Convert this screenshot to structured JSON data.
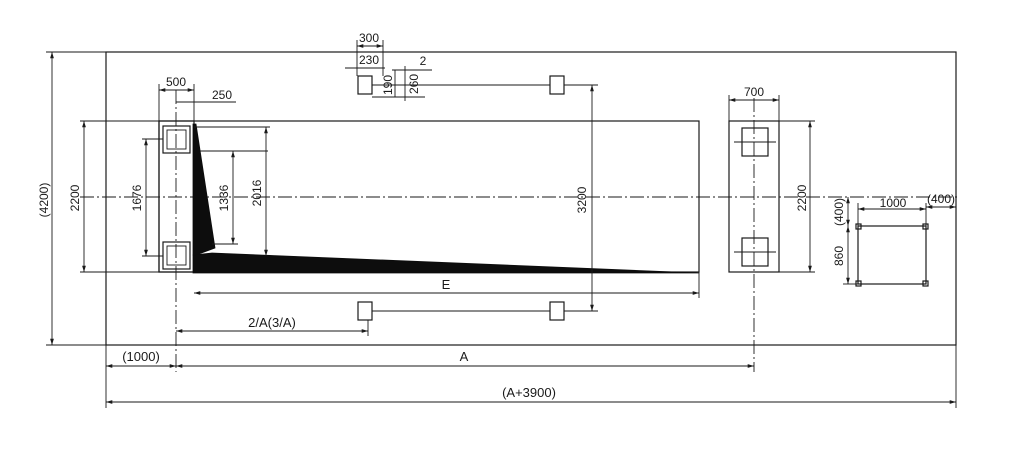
{
  "labels": {
    "dim_4200": "(4200)",
    "dim_2200_left": "2200",
    "dim_1676": "1676",
    "dim_1336": "1336",
    "dim_2016": "2016",
    "dim_500": "500",
    "dim_250": "250",
    "dim_300": "300",
    "dim_230": "230",
    "dim_2": "2",
    "dim_190": "190",
    "dim_260": "260",
    "dim_3200": "3200",
    "dim_700": "700",
    "dim_2200_right": "2200",
    "dim_400_v": "(400)",
    "dim_1000": "1000",
    "dim_400_h": "(400)",
    "dim_860": "860",
    "dim_E": "E",
    "dim_2A3A": "2/A(3/A)",
    "dim_1000_paren": "(1000)",
    "dim_A": "A",
    "dim_A3900": "(A+3900)"
  },
  "colors": {
    "line": "#1a1a1a",
    "fill": "#0d0d0d",
    "background": "#ffffff"
  }
}
